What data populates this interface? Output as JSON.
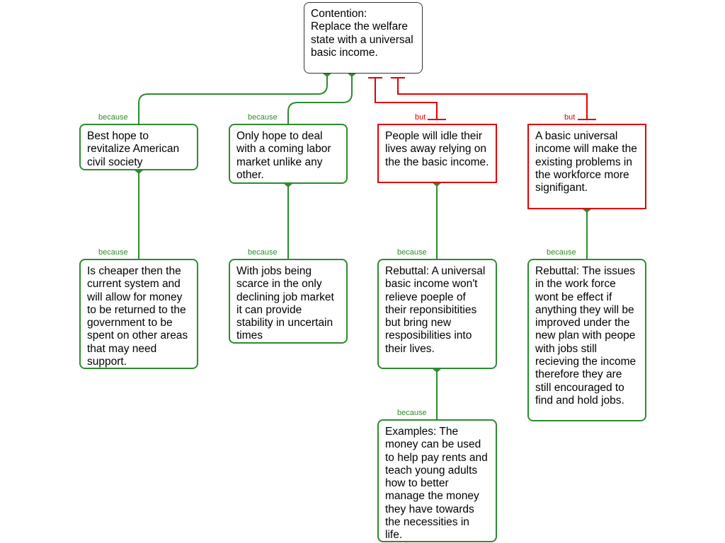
{
  "colors": {
    "support": "#2e8b2e",
    "objection": "#e00000",
    "contention_border": "#333333"
  },
  "contention": {
    "text": "Contention:\nReplace the welfare state with a universal basic income."
  },
  "reasons": [
    {
      "text": "Best hope to revitalize American civil society",
      "connector": "because",
      "child": {
        "text": "Is cheaper then the current system and will allow for money to be returned to the government to be spent on other areas that may need support.",
        "connector": "because"
      }
    },
    {
      "text": "Only hope to deal with a coming labor market unlike any other.",
      "connector": "because",
      "child": {
        "text": "With jobs being scarce in the only declining job market it can provide stability in uncertain times",
        "connector": "because"
      }
    }
  ],
  "objections": [
    {
      "text": "People will idle their lives away relying on the the basic income.",
      "connector": "but",
      "child": {
        "text": "Rebuttal: A universal basic income won't relieve poeple of their reponsibitities but bring new resposibilities into their lives.",
        "connector": "because",
        "child": {
          "text": "Examples: The money can be used to help pay rents and teach young adults how to better manage the money they have towards the necessities in life.",
          "connector": "because"
        }
      }
    },
    {
      "text": "A basic universal income will make the existing problems in the workforce more signifigant.",
      "connector": "but",
      "child": {
        "text": "Rebuttal: The issues in the work force wont be effect if anything they will be improved under the new plan with peope with jobs still recieving the income therefore they are still encouraged to find and hold jobs.",
        "connector": "because"
      }
    }
  ]
}
